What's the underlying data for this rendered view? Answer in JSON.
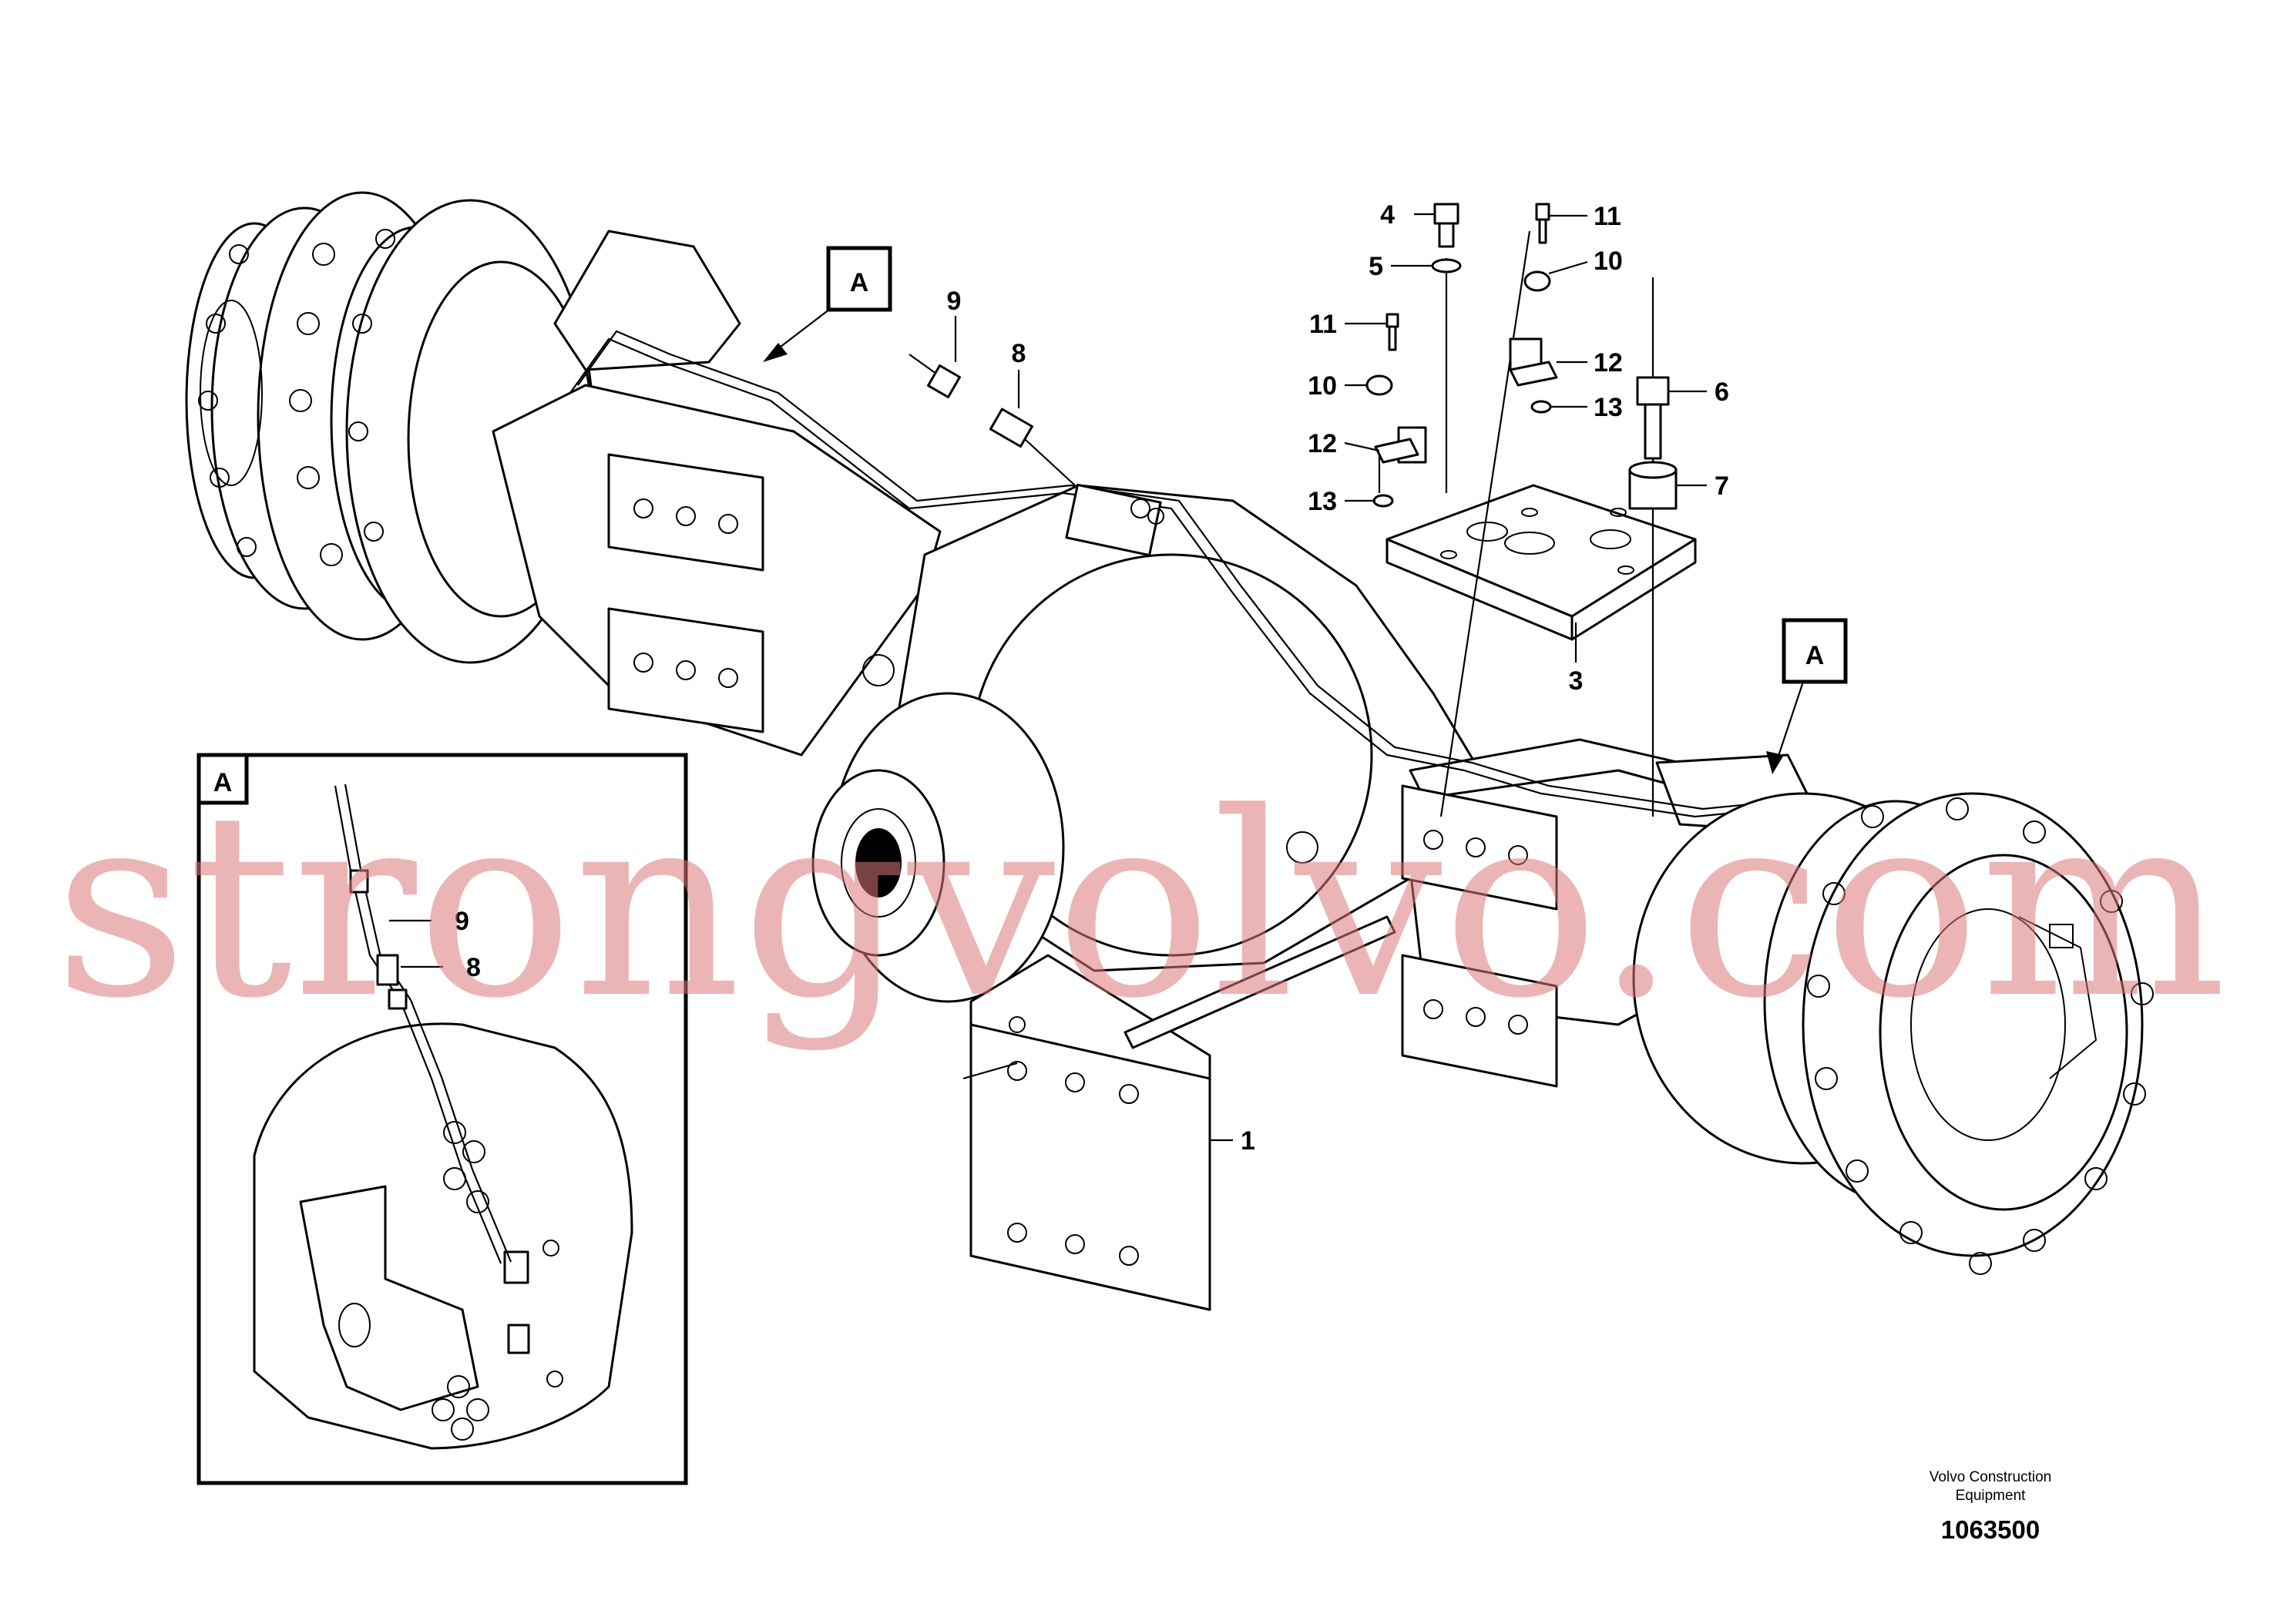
{
  "callouts": {
    "A": "A",
    "n1": "1",
    "n3": "3",
    "n4": "4",
    "n5": "5",
    "n6": "6",
    "n7": "7",
    "n8": "8",
    "n9": "9",
    "n10": "10",
    "n11": "11",
    "n12": "12",
    "n13": "13"
  },
  "watermark": "strongvolvo.com",
  "publisher_line1": "Volvo Construction",
  "publisher_line2": "Equipment",
  "figure_number": "1063500"
}
